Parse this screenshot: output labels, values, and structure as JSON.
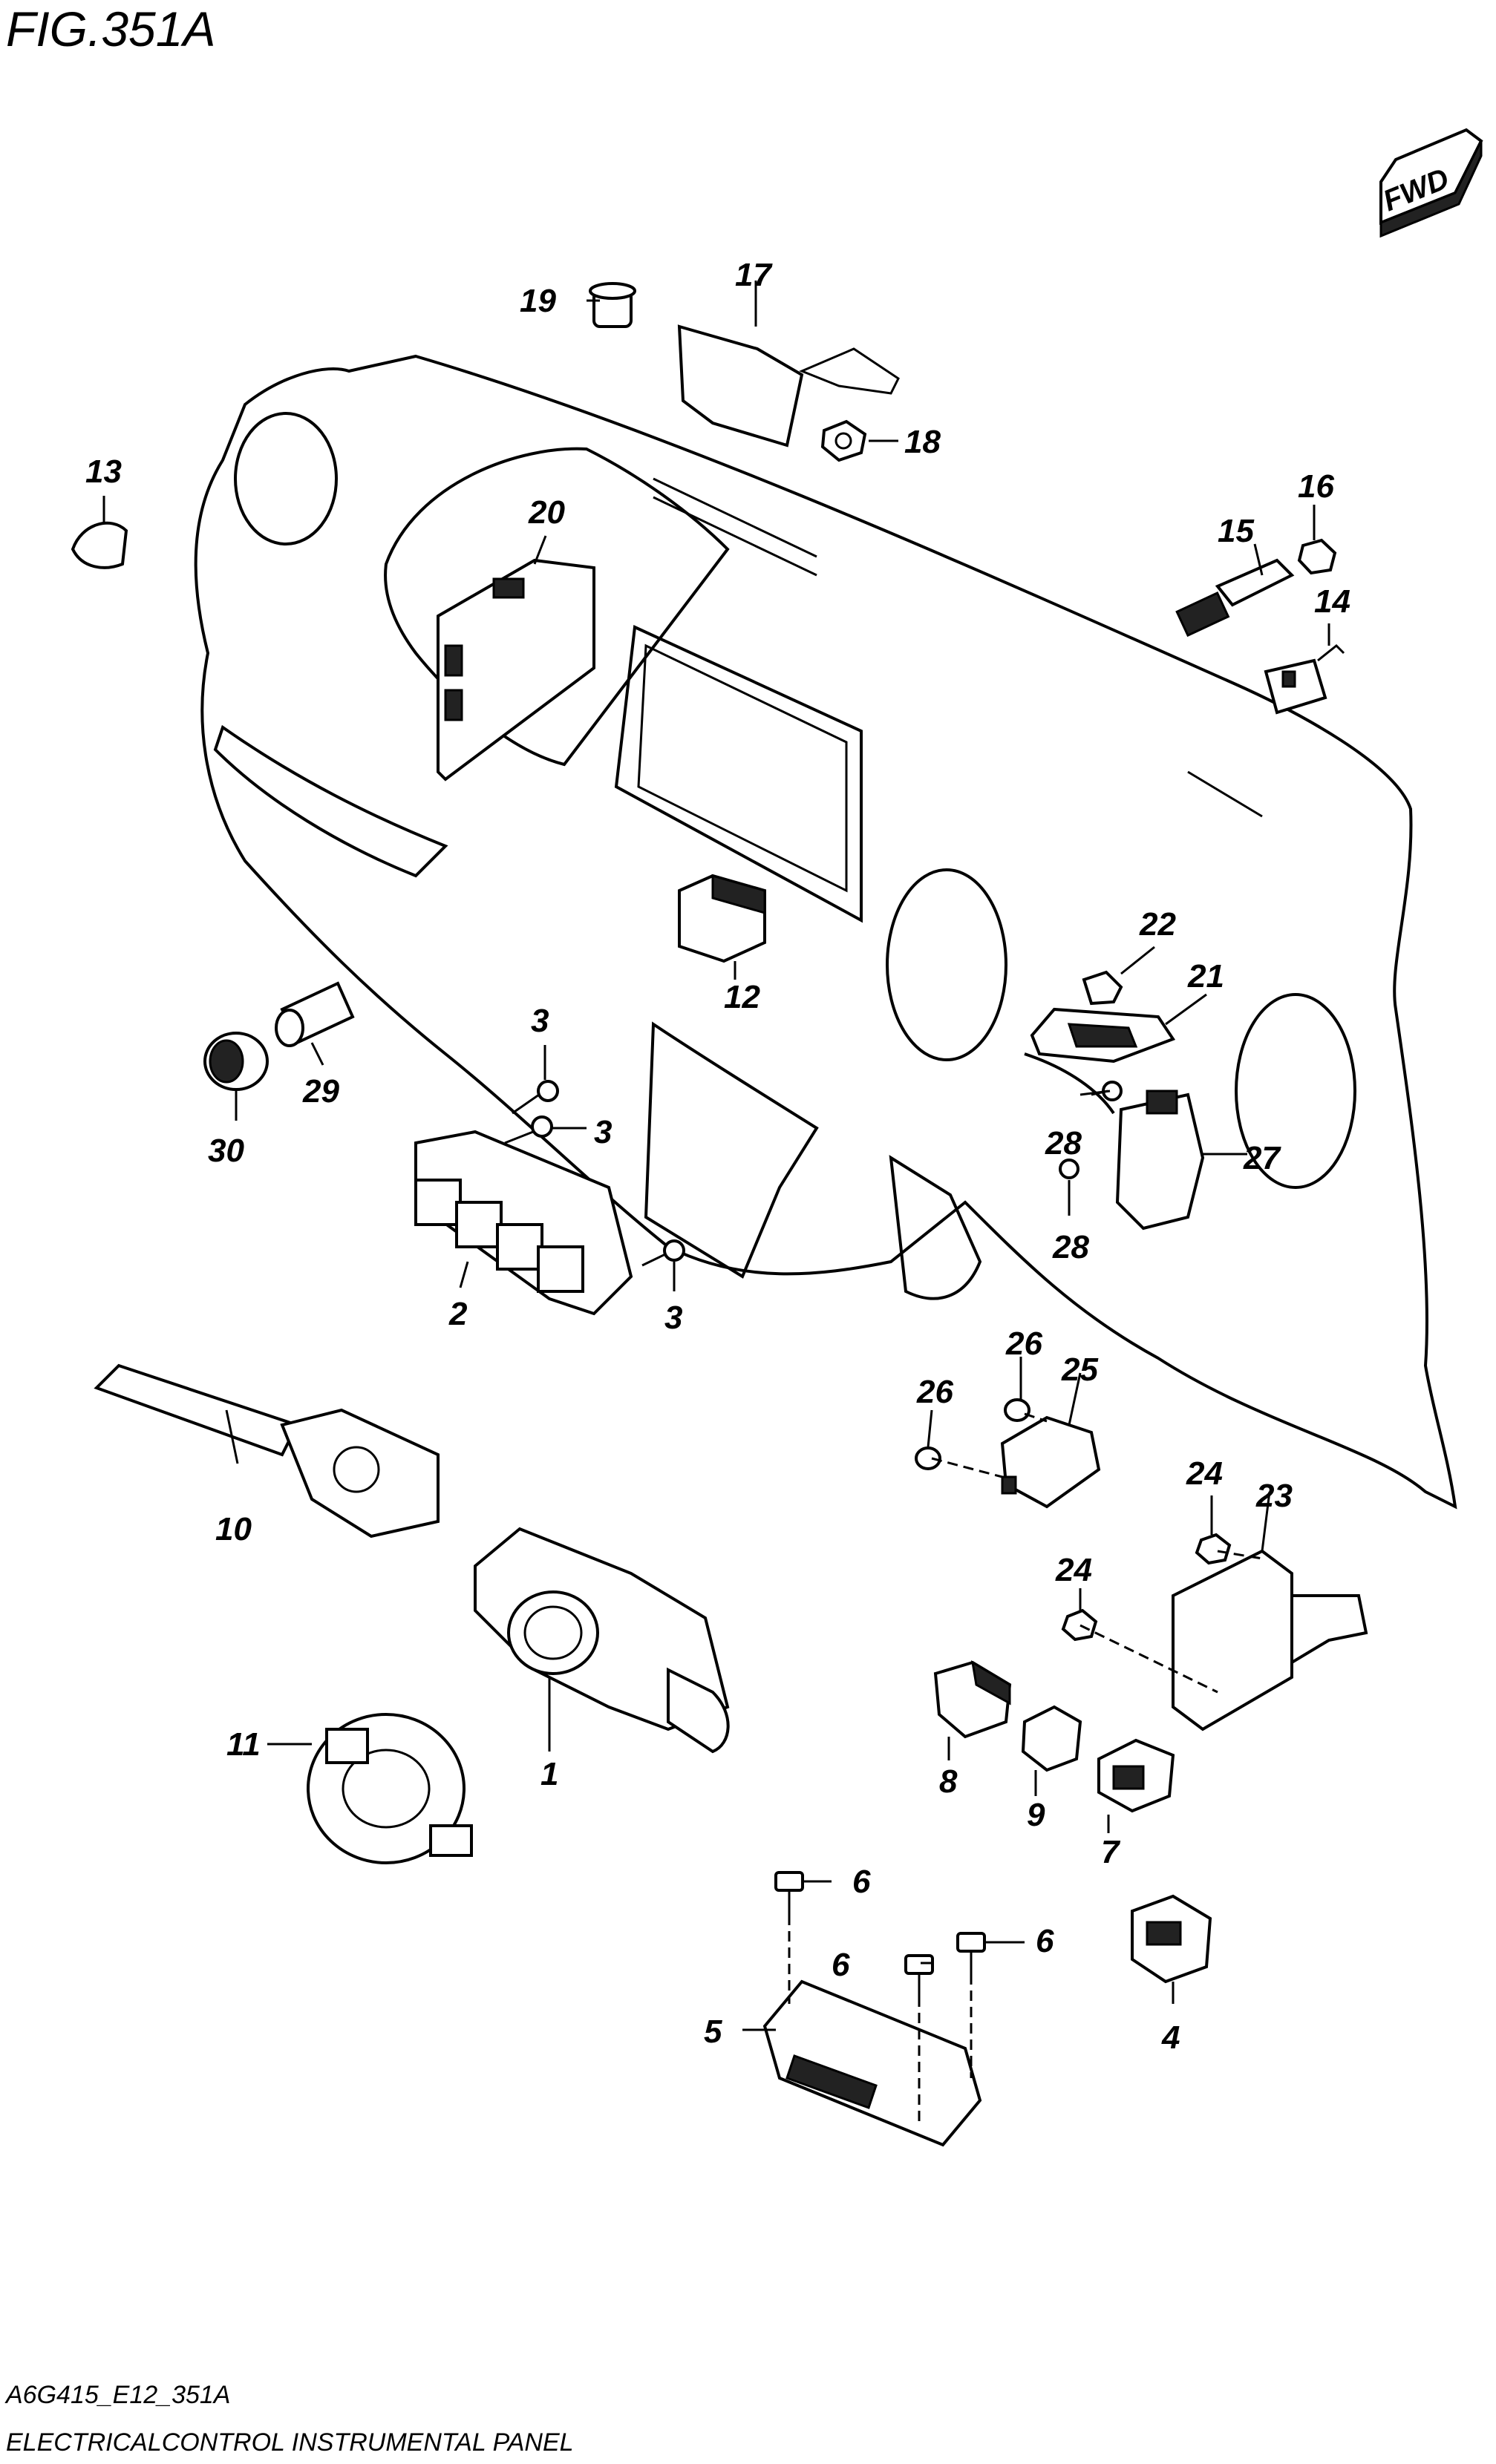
{
  "figure": {
    "title": "FIG.351A",
    "direction_label": "FWD",
    "footer_code": "A6G415_E12_351A",
    "footer_caption": "ELECTRICALCONTROL INSTRUMENTAL PANEL"
  },
  "callouts": [
    {
      "id": "c1",
      "label": "1"
    },
    {
      "id": "c2",
      "label": "2"
    },
    {
      "id": "c3a",
      "label": "3"
    },
    {
      "id": "c3b",
      "label": "3"
    },
    {
      "id": "c3c",
      "label": "3"
    },
    {
      "id": "c4",
      "label": "4"
    },
    {
      "id": "c5",
      "label": "5"
    },
    {
      "id": "c6a",
      "label": "6"
    },
    {
      "id": "c6b",
      "label": "6"
    },
    {
      "id": "c6c",
      "label": "6"
    },
    {
      "id": "c7",
      "label": "7"
    },
    {
      "id": "c8",
      "label": "8"
    },
    {
      "id": "c9",
      "label": "9"
    },
    {
      "id": "c10",
      "label": "10"
    },
    {
      "id": "c11",
      "label": "11"
    },
    {
      "id": "c12",
      "label": "12"
    },
    {
      "id": "c13",
      "label": "13"
    },
    {
      "id": "c14",
      "label": "14"
    },
    {
      "id": "c15",
      "label": "15"
    },
    {
      "id": "c16",
      "label": "16"
    },
    {
      "id": "c17",
      "label": "17"
    },
    {
      "id": "c18",
      "label": "18"
    },
    {
      "id": "c19",
      "label": "19"
    },
    {
      "id": "c20",
      "label": "20"
    },
    {
      "id": "c21",
      "label": "21"
    },
    {
      "id": "c22",
      "label": "22"
    },
    {
      "id": "c23",
      "label": "23"
    },
    {
      "id": "c24a",
      "label": "24"
    },
    {
      "id": "c24b",
      "label": "24"
    },
    {
      "id": "c25",
      "label": "25"
    },
    {
      "id": "c26a",
      "label": "26"
    },
    {
      "id": "c26b",
      "label": "26"
    },
    {
      "id": "c27",
      "label": "27"
    },
    {
      "id": "c28a",
      "label": "28"
    },
    {
      "id": "c28b",
      "label": "28"
    },
    {
      "id": "c29",
      "label": "29"
    },
    {
      "id": "c30",
      "label": "30"
    }
  ]
}
